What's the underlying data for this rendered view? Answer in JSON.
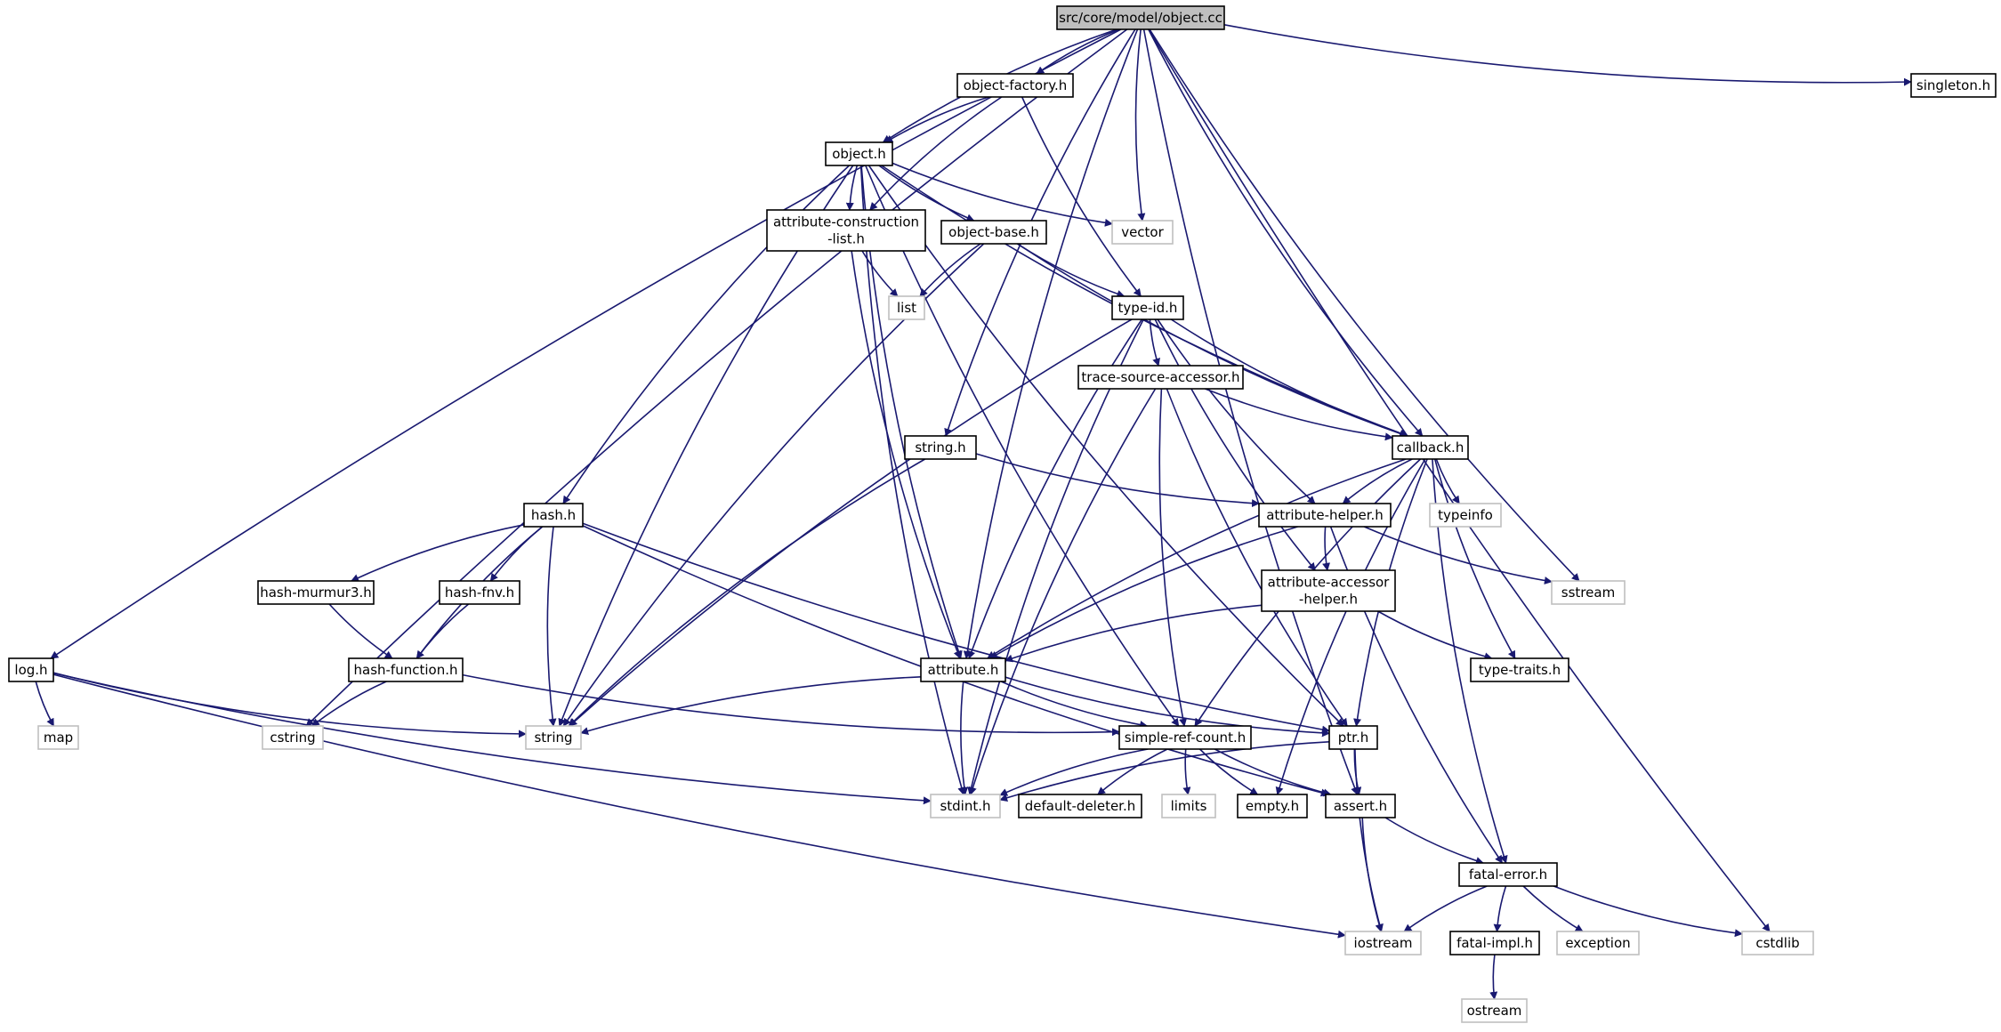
{
  "colors": {
    "edge": "#191970",
    "node_border": "#000000",
    "system_border": "#bfbfbf",
    "root_fill": "#bfbfbf",
    "node_fill": "#ffffff"
  },
  "diagram": {
    "nodes": [
      {
        "id": "root",
        "label": "src/core/model/object.cc",
        "kind": "root"
      },
      {
        "id": "object_factory_h",
        "label": "object-factory.h",
        "kind": "header"
      },
      {
        "id": "singleton_h",
        "label": "singleton.h",
        "kind": "header"
      },
      {
        "id": "object_h",
        "label": "object.h",
        "kind": "header"
      },
      {
        "id": "attr_construction_list_h",
        "label": [
          "attribute-construction",
          "-list.h"
        ],
        "kind": "header"
      },
      {
        "id": "object_base_h",
        "label": "object-base.h",
        "kind": "header"
      },
      {
        "id": "vector",
        "label": "vector",
        "kind": "system"
      },
      {
        "id": "list",
        "label": "list",
        "kind": "system"
      },
      {
        "id": "type_id_h",
        "label": "type-id.h",
        "kind": "header"
      },
      {
        "id": "trace_source_accessor_h",
        "label": "trace-source-accessor.h",
        "kind": "header"
      },
      {
        "id": "string_h",
        "label": "string.h",
        "kind": "header"
      },
      {
        "id": "callback_h",
        "label": "callback.h",
        "kind": "header"
      },
      {
        "id": "hash_h",
        "label": "hash.h",
        "kind": "header"
      },
      {
        "id": "attribute_helper_h",
        "label": "attribute-helper.h",
        "kind": "header"
      },
      {
        "id": "typeinfo",
        "label": "typeinfo",
        "kind": "system"
      },
      {
        "id": "hash_murmur3_h",
        "label": "hash-murmur3.h",
        "kind": "header"
      },
      {
        "id": "hash_fnv_h",
        "label": "hash-fnv.h",
        "kind": "header"
      },
      {
        "id": "attribute_accessor_helper_h",
        "label": [
          "attribute-accessor",
          "-helper.h"
        ],
        "kind": "header"
      },
      {
        "id": "sstream",
        "label": "sstream",
        "kind": "system"
      },
      {
        "id": "log_h",
        "label": "log.h",
        "kind": "header"
      },
      {
        "id": "hash_function_h",
        "label": "hash-function.h",
        "kind": "header"
      },
      {
        "id": "attribute_h",
        "label": "attribute.h",
        "kind": "header"
      },
      {
        "id": "type_traits_h",
        "label": "type-traits.h",
        "kind": "header"
      },
      {
        "id": "map",
        "label": "map",
        "kind": "system"
      },
      {
        "id": "cstring",
        "label": "cstring",
        "kind": "system"
      },
      {
        "id": "string",
        "label": "string",
        "kind": "system"
      },
      {
        "id": "simple_ref_count_h",
        "label": "simple-ref-count.h",
        "kind": "header"
      },
      {
        "id": "ptr_h",
        "label": "ptr.h",
        "kind": "header"
      },
      {
        "id": "stdint_h",
        "label": "stdint.h",
        "kind": "system"
      },
      {
        "id": "default_deleter_h",
        "label": "default-deleter.h",
        "kind": "header"
      },
      {
        "id": "limits",
        "label": "limits",
        "kind": "system"
      },
      {
        "id": "empty_h",
        "label": "empty.h",
        "kind": "header"
      },
      {
        "id": "assert_h",
        "label": "assert.h",
        "kind": "header"
      },
      {
        "id": "fatal_error_h",
        "label": "fatal-error.h",
        "kind": "header"
      },
      {
        "id": "iostream",
        "label": "iostream",
        "kind": "system"
      },
      {
        "id": "fatal_impl_h",
        "label": "fatal-impl.h",
        "kind": "header"
      },
      {
        "id": "exception",
        "label": "exception",
        "kind": "system"
      },
      {
        "id": "cstdlib",
        "label": "cstdlib",
        "kind": "system"
      },
      {
        "id": "ostream",
        "label": "ostream",
        "kind": "system"
      }
    ],
    "edges": [
      [
        "root",
        "object_factory_h"
      ],
      [
        "root",
        "singleton_h"
      ],
      [
        "root",
        "object_h"
      ],
      [
        "root",
        "vector"
      ],
      [
        "root",
        "string_h"
      ],
      [
        "root",
        "attribute_h"
      ],
      [
        "root",
        "callback_h"
      ],
      [
        "root",
        "sstream"
      ],
      [
        "root",
        "log_h"
      ],
      [
        "root",
        "cstring"
      ],
      [
        "root",
        "assert_h"
      ],
      [
        "root",
        "cstdlib"
      ],
      [
        "object_factory_h",
        "object_h"
      ],
      [
        "object_factory_h",
        "attr_construction_list_h"
      ],
      [
        "object_factory_h",
        "type_id_h"
      ],
      [
        "object_h",
        "attr_construction_list_h"
      ],
      [
        "object_h",
        "object_base_h"
      ],
      [
        "object_h",
        "vector"
      ],
      [
        "object_h",
        "ptr_h"
      ],
      [
        "object_h",
        "simple_ref_count_h"
      ],
      [
        "object_h",
        "attribute_h"
      ],
      [
        "object_h",
        "string"
      ],
      [
        "object_h",
        "stdint_h"
      ],
      [
        "object_h",
        "hash_h"
      ],
      [
        "object_h",
        "callback_h"
      ],
      [
        "attr_construction_list_h",
        "list"
      ],
      [
        "attr_construction_list_h",
        "attribute_h"
      ],
      [
        "object_base_h",
        "list"
      ],
      [
        "object_base_h",
        "type_id_h"
      ],
      [
        "object_base_h",
        "callback_h"
      ],
      [
        "object_base_h",
        "string"
      ],
      [
        "type_id_h",
        "trace_source_accessor_h"
      ],
      [
        "type_id_h",
        "callback_h"
      ],
      [
        "type_id_h",
        "attribute_helper_h"
      ],
      [
        "type_id_h",
        "attribute_accessor_helper_h"
      ],
      [
        "type_id_h",
        "attribute_h"
      ],
      [
        "type_id_h",
        "stdint_h"
      ],
      [
        "type_id_h",
        "string"
      ],
      [
        "trace_source_accessor_h",
        "callback_h"
      ],
      [
        "trace_source_accessor_h",
        "simple_ref_count_h"
      ],
      [
        "trace_source_accessor_h",
        "ptr_h"
      ],
      [
        "trace_source_accessor_h",
        "stdint_h"
      ],
      [
        "string_h",
        "attribute_helper_h"
      ],
      [
        "string_h",
        "string"
      ],
      [
        "callback_h",
        "attribute_helper_h"
      ],
      [
        "callback_h",
        "typeinfo"
      ],
      [
        "callback_h",
        "type_traits_h"
      ],
      [
        "callback_h",
        "attribute_h"
      ],
      [
        "callback_h",
        "simple_ref_count_h"
      ],
      [
        "callback_h",
        "ptr_h"
      ],
      [
        "callback_h",
        "empty_h"
      ],
      [
        "callback_h",
        "fatal_error_h"
      ],
      [
        "attribute_helper_h",
        "attribute_accessor_helper_h"
      ],
      [
        "attribute_helper_h",
        "attribute_h"
      ],
      [
        "attribute_helper_h",
        "sstream"
      ],
      [
        "attribute_helper_h",
        "fatal_error_h"
      ],
      [
        "attribute_accessor_helper_h",
        "attribute_h"
      ],
      [
        "attribute_accessor_helper_h",
        "type_traits_h"
      ],
      [
        "hash_h",
        "hash_murmur3_h"
      ],
      [
        "hash_h",
        "hash_fnv_h"
      ],
      [
        "hash_h",
        "hash_function_h"
      ],
      [
        "hash_h",
        "string"
      ],
      [
        "hash_h",
        "ptr_h"
      ],
      [
        "hash_h",
        "assert_h"
      ],
      [
        "hash_murmur3_h",
        "hash_function_h"
      ],
      [
        "hash_fnv_h",
        "hash_function_h"
      ],
      [
        "hash_function_h",
        "cstring"
      ],
      [
        "hash_function_h",
        "simple_ref_count_h"
      ],
      [
        "log_h",
        "map"
      ],
      [
        "log_h",
        "string"
      ],
      [
        "log_h",
        "stdint_h"
      ],
      [
        "log_h",
        "iostream"
      ],
      [
        "attribute_h",
        "string"
      ],
      [
        "attribute_h",
        "stdint_h"
      ],
      [
        "attribute_h",
        "simple_ref_count_h"
      ],
      [
        "attribute_h",
        "ptr_h"
      ],
      [
        "simple_ref_count_h",
        "stdint_h"
      ],
      [
        "simple_ref_count_h",
        "default_deleter_h"
      ],
      [
        "simple_ref_count_h",
        "limits"
      ],
      [
        "simple_ref_count_h",
        "empty_h"
      ],
      [
        "simple_ref_count_h",
        "assert_h"
      ],
      [
        "ptr_h",
        "assert_h"
      ],
      [
        "ptr_h",
        "stdint_h"
      ],
      [
        "ptr_h",
        "iostream"
      ],
      [
        "assert_h",
        "fatal_error_h"
      ],
      [
        "assert_h",
        "iostream"
      ],
      [
        "fatal_error_h",
        "fatal_impl_h"
      ],
      [
        "fatal_error_h",
        "exception"
      ],
      [
        "fatal_error_h",
        "cstdlib"
      ],
      [
        "fatal_error_h",
        "iostream"
      ],
      [
        "fatal_impl_h",
        "ostream"
      ]
    ]
  }
}
